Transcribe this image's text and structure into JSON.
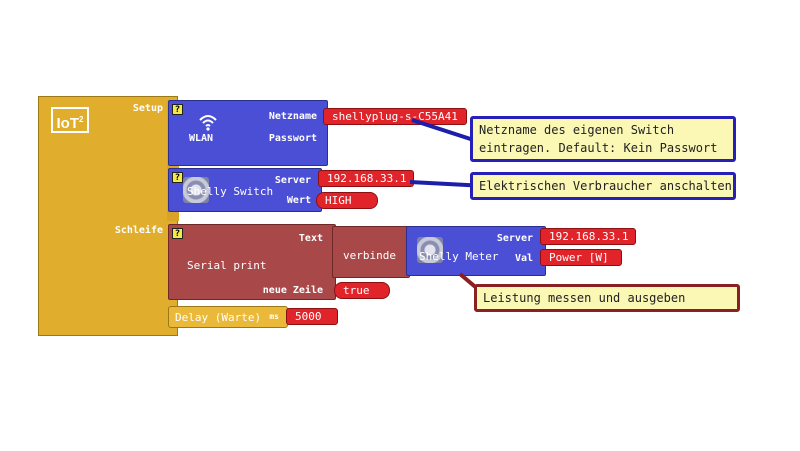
{
  "iot": {
    "logo": "IoT",
    "logo_sup": "2",
    "setup_label": "Setup",
    "loop_label": "Schleife"
  },
  "wlan": {
    "title": "WLAN",
    "netzname_label": "Netzname",
    "passwort_label": "Passwort",
    "netzname_value": "shellyplug-s-C55A41"
  },
  "shelly_switch": {
    "title": "Shelly Switch",
    "server_label": "Server",
    "server_value": "192.168.33.1",
    "wert_label": "Wert",
    "wert_value": "HIGH"
  },
  "serial_print": {
    "title": "Serial print",
    "text_label": "Text",
    "newline_label": "neue Zeile",
    "newline_value": "true"
  },
  "verbinde": {
    "label": "verbinde"
  },
  "shelly_meter": {
    "title": "Shelly Meter",
    "server_label": "Server",
    "server_value": "192.168.33.1",
    "val_label": "Val",
    "val_value": "Power [W]"
  },
  "delay": {
    "title": "Delay (Warte)",
    "unit": "ms",
    "value": "5000"
  },
  "comments": {
    "wlan_line1": "Netzname des eigenen Switch",
    "wlan_line2": "eintragen. Default: Kein Passwort",
    "switch": "Elektrischen Verbraucher anschalten",
    "meter": "Leistung messen und ausgeben"
  },
  "colors": {
    "iot_block": "#e0ad2c",
    "blue_block": "#4a4fd6",
    "value_red": "#e0242a",
    "serial_block": "#a94848",
    "note_bg": "#fbf7b5"
  },
  "icons": {
    "help": "question-icon",
    "wifi": "wifi-icon",
    "device": "shelly-device-icon"
  }
}
